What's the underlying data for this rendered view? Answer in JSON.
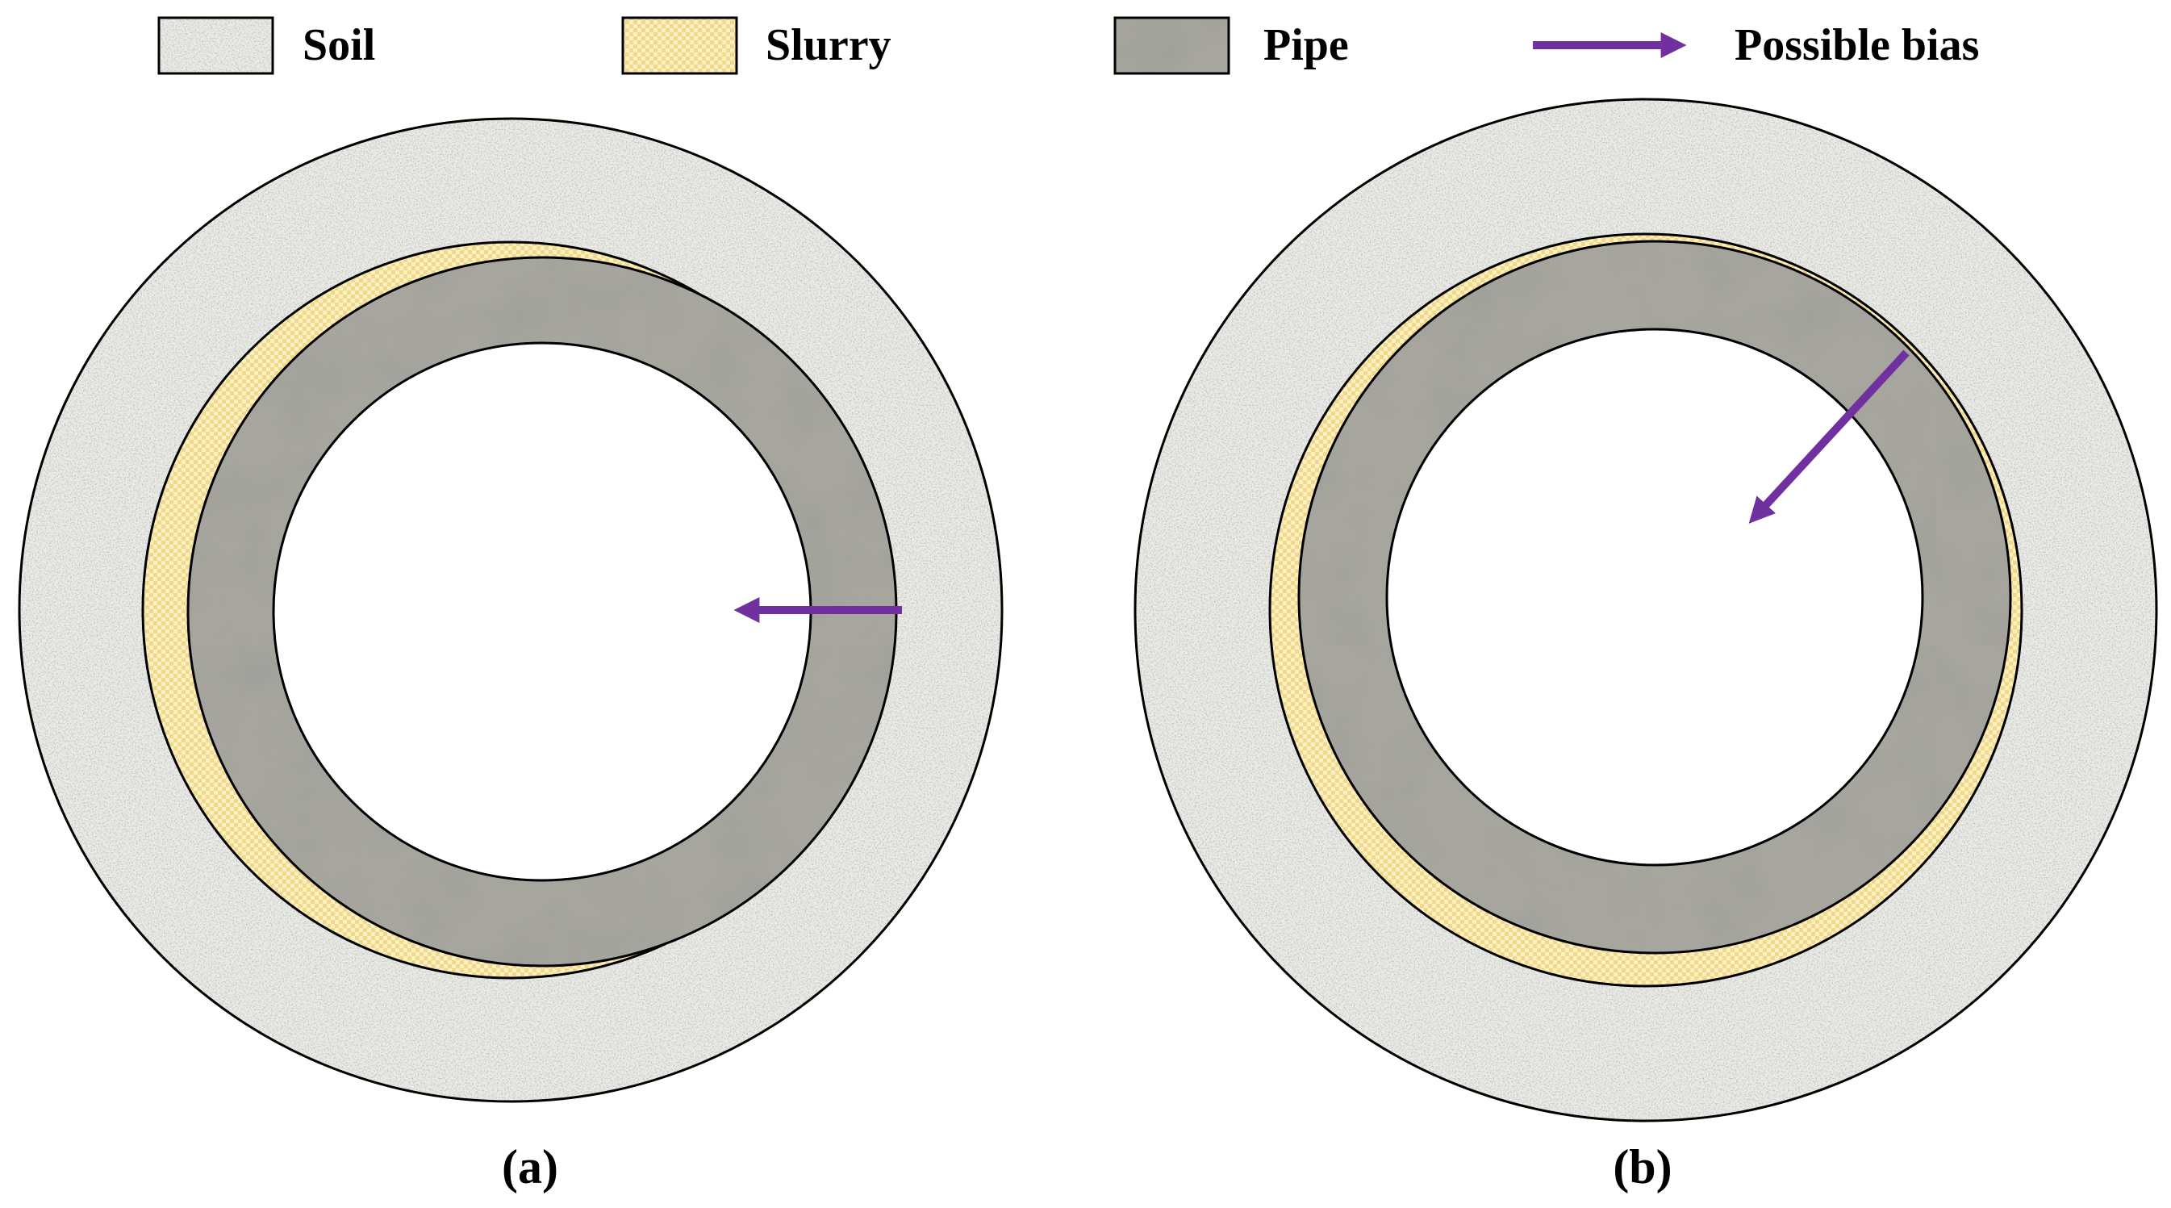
{
  "legend": {
    "items": [
      {
        "key": "soil",
        "label": "Soil",
        "icon": "soil-swatch-icon"
      },
      {
        "key": "slurry",
        "label": "Slurry",
        "icon": "slurry-swatch-icon"
      },
      {
        "key": "pipe",
        "label": "Pipe",
        "icon": "pipe-swatch-icon"
      },
      {
        "key": "bias",
        "label": "Possible bias",
        "icon": "bias-arrow-icon"
      }
    ]
  },
  "panels": {
    "a": {
      "caption": "(a)"
    },
    "b": {
      "caption": "(b)"
    }
  },
  "colors": {
    "soil": "#e9e9e5",
    "slurry": "#f8e7ae",
    "pipe": "#a09f97",
    "bias_arrow": "#7030a0",
    "outline": "#000000",
    "background": "#ffffff"
  }
}
